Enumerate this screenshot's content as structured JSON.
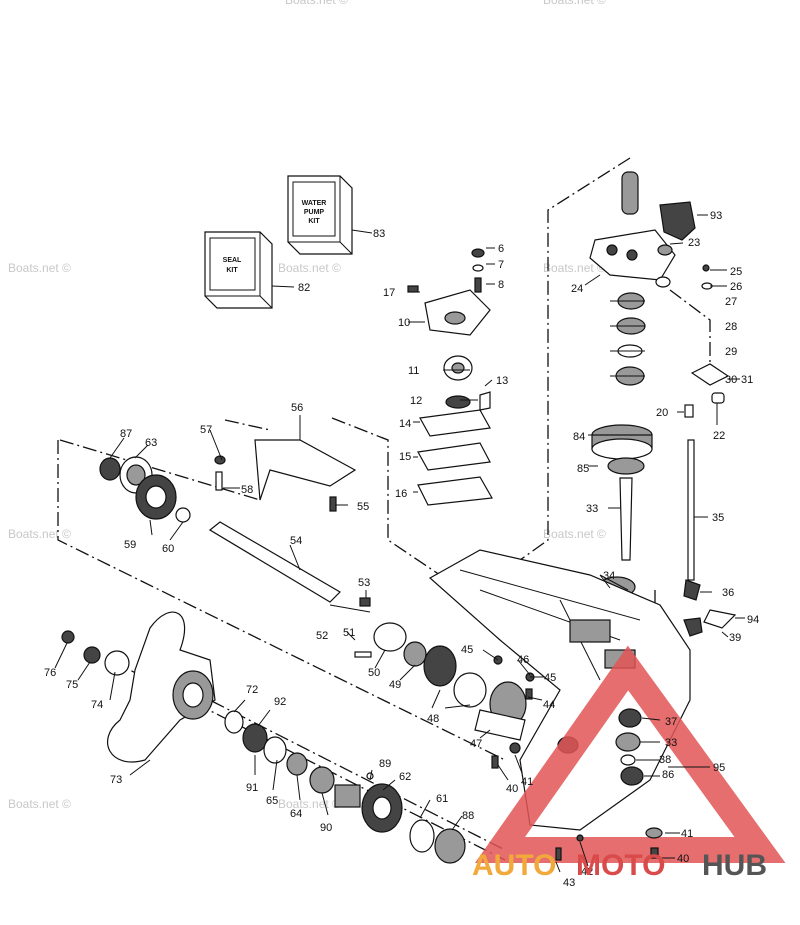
{
  "watermark": "Boats.net ©",
  "kits": {
    "seal_kit": [
      "SEAL",
      "KIT"
    ],
    "water_pump_kit": [
      "WATER",
      "PUMP",
      "KIT"
    ]
  },
  "brand": {
    "part1": "AUTO",
    "part2": "MOTO",
    "part3": "HUB"
  },
  "colors": {
    "brand_orange": "#f2a93b",
    "brand_red": "#d94a4a",
    "brand_gray": "#555555",
    "triangle_red": "#e25555"
  },
  "labels": [
    "93",
    "83",
    "6",
    "7",
    "8",
    "23",
    "25",
    "26",
    "24",
    "17",
    "82",
    "10",
    "27",
    "28",
    "29",
    "30",
    "31",
    "11",
    "13",
    "12",
    "14",
    "15",
    "16",
    "20",
    "22",
    "84",
    "85",
    "56",
    "57",
    "58",
    "87",
    "63",
    "55",
    "33",
    "35",
    "59",
    "60",
    "54",
    "34",
    "36",
    "94",
    "53",
    "52",
    "51",
    "39",
    "45",
    "46",
    "50",
    "49",
    "76",
    "75",
    "74",
    "72",
    "92",
    "45",
    "48",
    "44",
    "47",
    "37",
    "33",
    "38",
    "86",
    "41",
    "95",
    "40",
    "89",
    "62",
    "73",
    "91",
    "65",
    "64",
    "90",
    "61",
    "88",
    "41",
    "40",
    "43",
    "42"
  ]
}
